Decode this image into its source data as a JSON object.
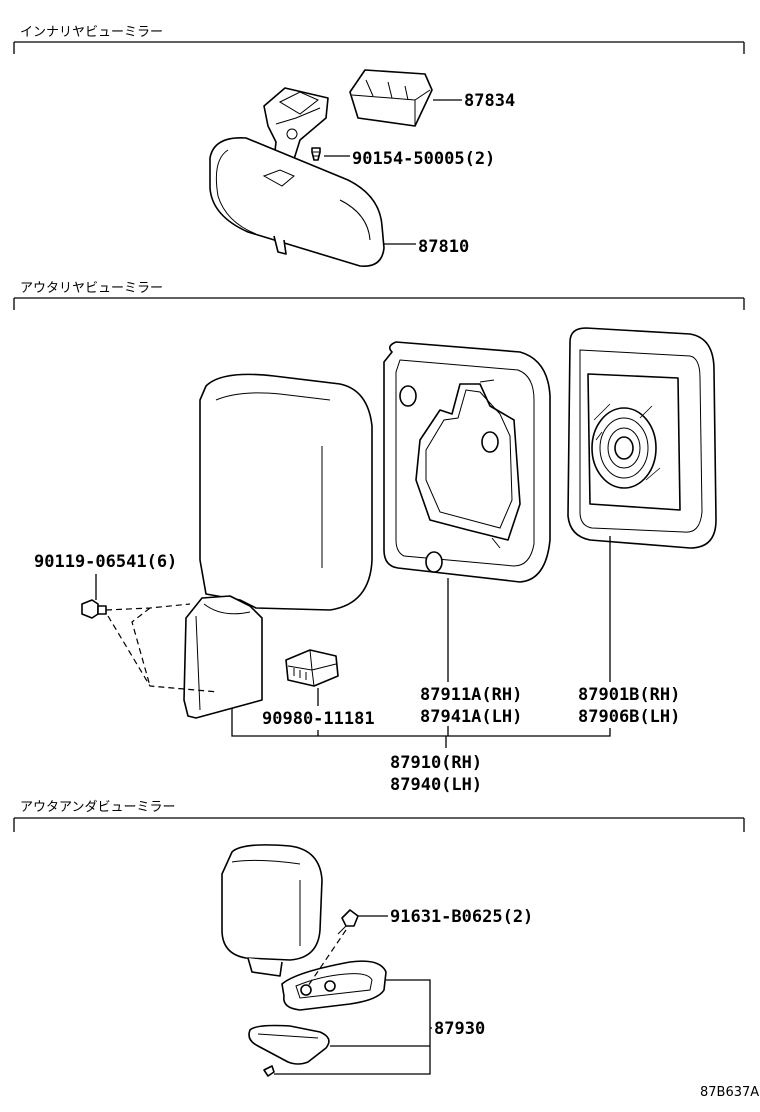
{
  "sections": {
    "inner": "インナリヤビューミラー",
    "outer": "アウタリヤビューミラー",
    "under": "アウタアンダビューミラー"
  },
  "parts": {
    "p87834": "87834",
    "p90154": "90154-50005(2)",
    "p87810": "87810",
    "p90119": "90119-06541(6)",
    "p90980": "90980-11181",
    "p87911a": "87911A(RH)",
    "p87941a": "87941A(LH)",
    "p87901b": "87901B(RH)",
    "p87906b": "87906B(LH)",
    "p87910": "87910(RH)",
    "p87940": "87940(LH)",
    "p91631": "91631-B0625(2)",
    "p87930": "87930"
  },
  "ref_code": "87B637A"
}
